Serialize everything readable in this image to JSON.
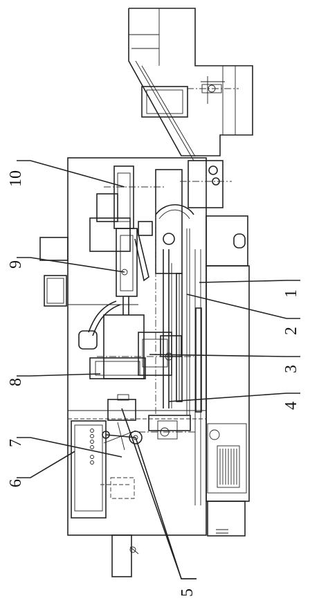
{
  "callouts": [
    {
      "id": "1",
      "text": "1"
    },
    {
      "id": "2",
      "text": "2"
    },
    {
      "id": "3",
      "text": "3"
    },
    {
      "id": "4",
      "text": "4"
    },
    {
      "id": "5",
      "text": "5"
    },
    {
      "id": "6",
      "text": "6"
    },
    {
      "id": "7",
      "text": "7"
    },
    {
      "id": "8",
      "text": "8"
    },
    {
      "id": "9",
      "text": "9"
    },
    {
      "id": "10",
      "text": "10"
    }
  ],
  "colors": {
    "ink": "#222222",
    "paper": "#ffffff"
  }
}
